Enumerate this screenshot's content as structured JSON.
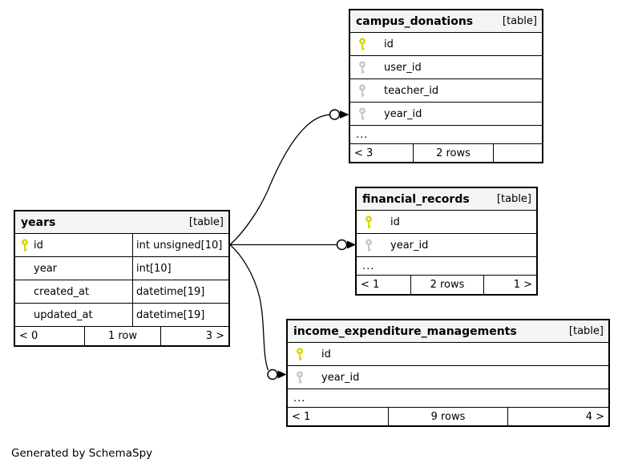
{
  "diagram": {
    "credit": "Generated by SchemaSpy",
    "colors": {
      "primary_key": "#d9d900",
      "foreign_key": "#c9c9c9",
      "header_bg": "#f4f4f4",
      "border": "#000000",
      "background": "#ffffff"
    },
    "tables": {
      "years": {
        "name": "years",
        "badge": "[table]",
        "columns": [
          {
            "name": "id",
            "type": "int unsigned[10]",
            "key": "primary"
          },
          {
            "name": "year",
            "type": "int[10]",
            "key": ""
          },
          {
            "name": "created_at",
            "type": "datetime[19]",
            "key": ""
          },
          {
            "name": "updated_at",
            "type": "datetime[19]",
            "key": ""
          }
        ],
        "footer": {
          "left": "< 0",
          "center": "1 row",
          "right": "3 >"
        }
      },
      "campus_donations": {
        "name": "campus_donations",
        "badge": "[table]",
        "columns": [
          {
            "name": "id",
            "key": "primary"
          },
          {
            "name": "user_id",
            "key": "foreign"
          },
          {
            "name": "teacher_id",
            "key": "foreign"
          },
          {
            "name": "year_id",
            "key": "foreign"
          }
        ],
        "ellipsis": "...",
        "footer": {
          "left": "< 3",
          "center": "2 rows",
          "right": ""
        }
      },
      "financial_records": {
        "name": "financial_records",
        "badge": "[table]",
        "columns": [
          {
            "name": "id",
            "key": "primary"
          },
          {
            "name": "year_id",
            "key": "foreign"
          }
        ],
        "ellipsis": "...",
        "footer": {
          "left": "< 1",
          "center": "2 rows",
          "right": "1 >"
        }
      },
      "income_expenditure_managements": {
        "name": "income_expenditure_managements",
        "badge": "[table]",
        "columns": [
          {
            "name": "id",
            "key": "primary"
          },
          {
            "name": "year_id",
            "key": "foreign"
          }
        ],
        "ellipsis": "...",
        "footer": {
          "left": "< 1",
          "center": "9 rows",
          "right": "4 >"
        }
      }
    },
    "relationships": [
      {
        "from": "years.id",
        "to": "campus_donations.year_id"
      },
      {
        "from": "years.id",
        "to": "financial_records.year_id"
      },
      {
        "from": "years.id",
        "to": "income_expenditure_managements.year_id"
      }
    ]
  }
}
